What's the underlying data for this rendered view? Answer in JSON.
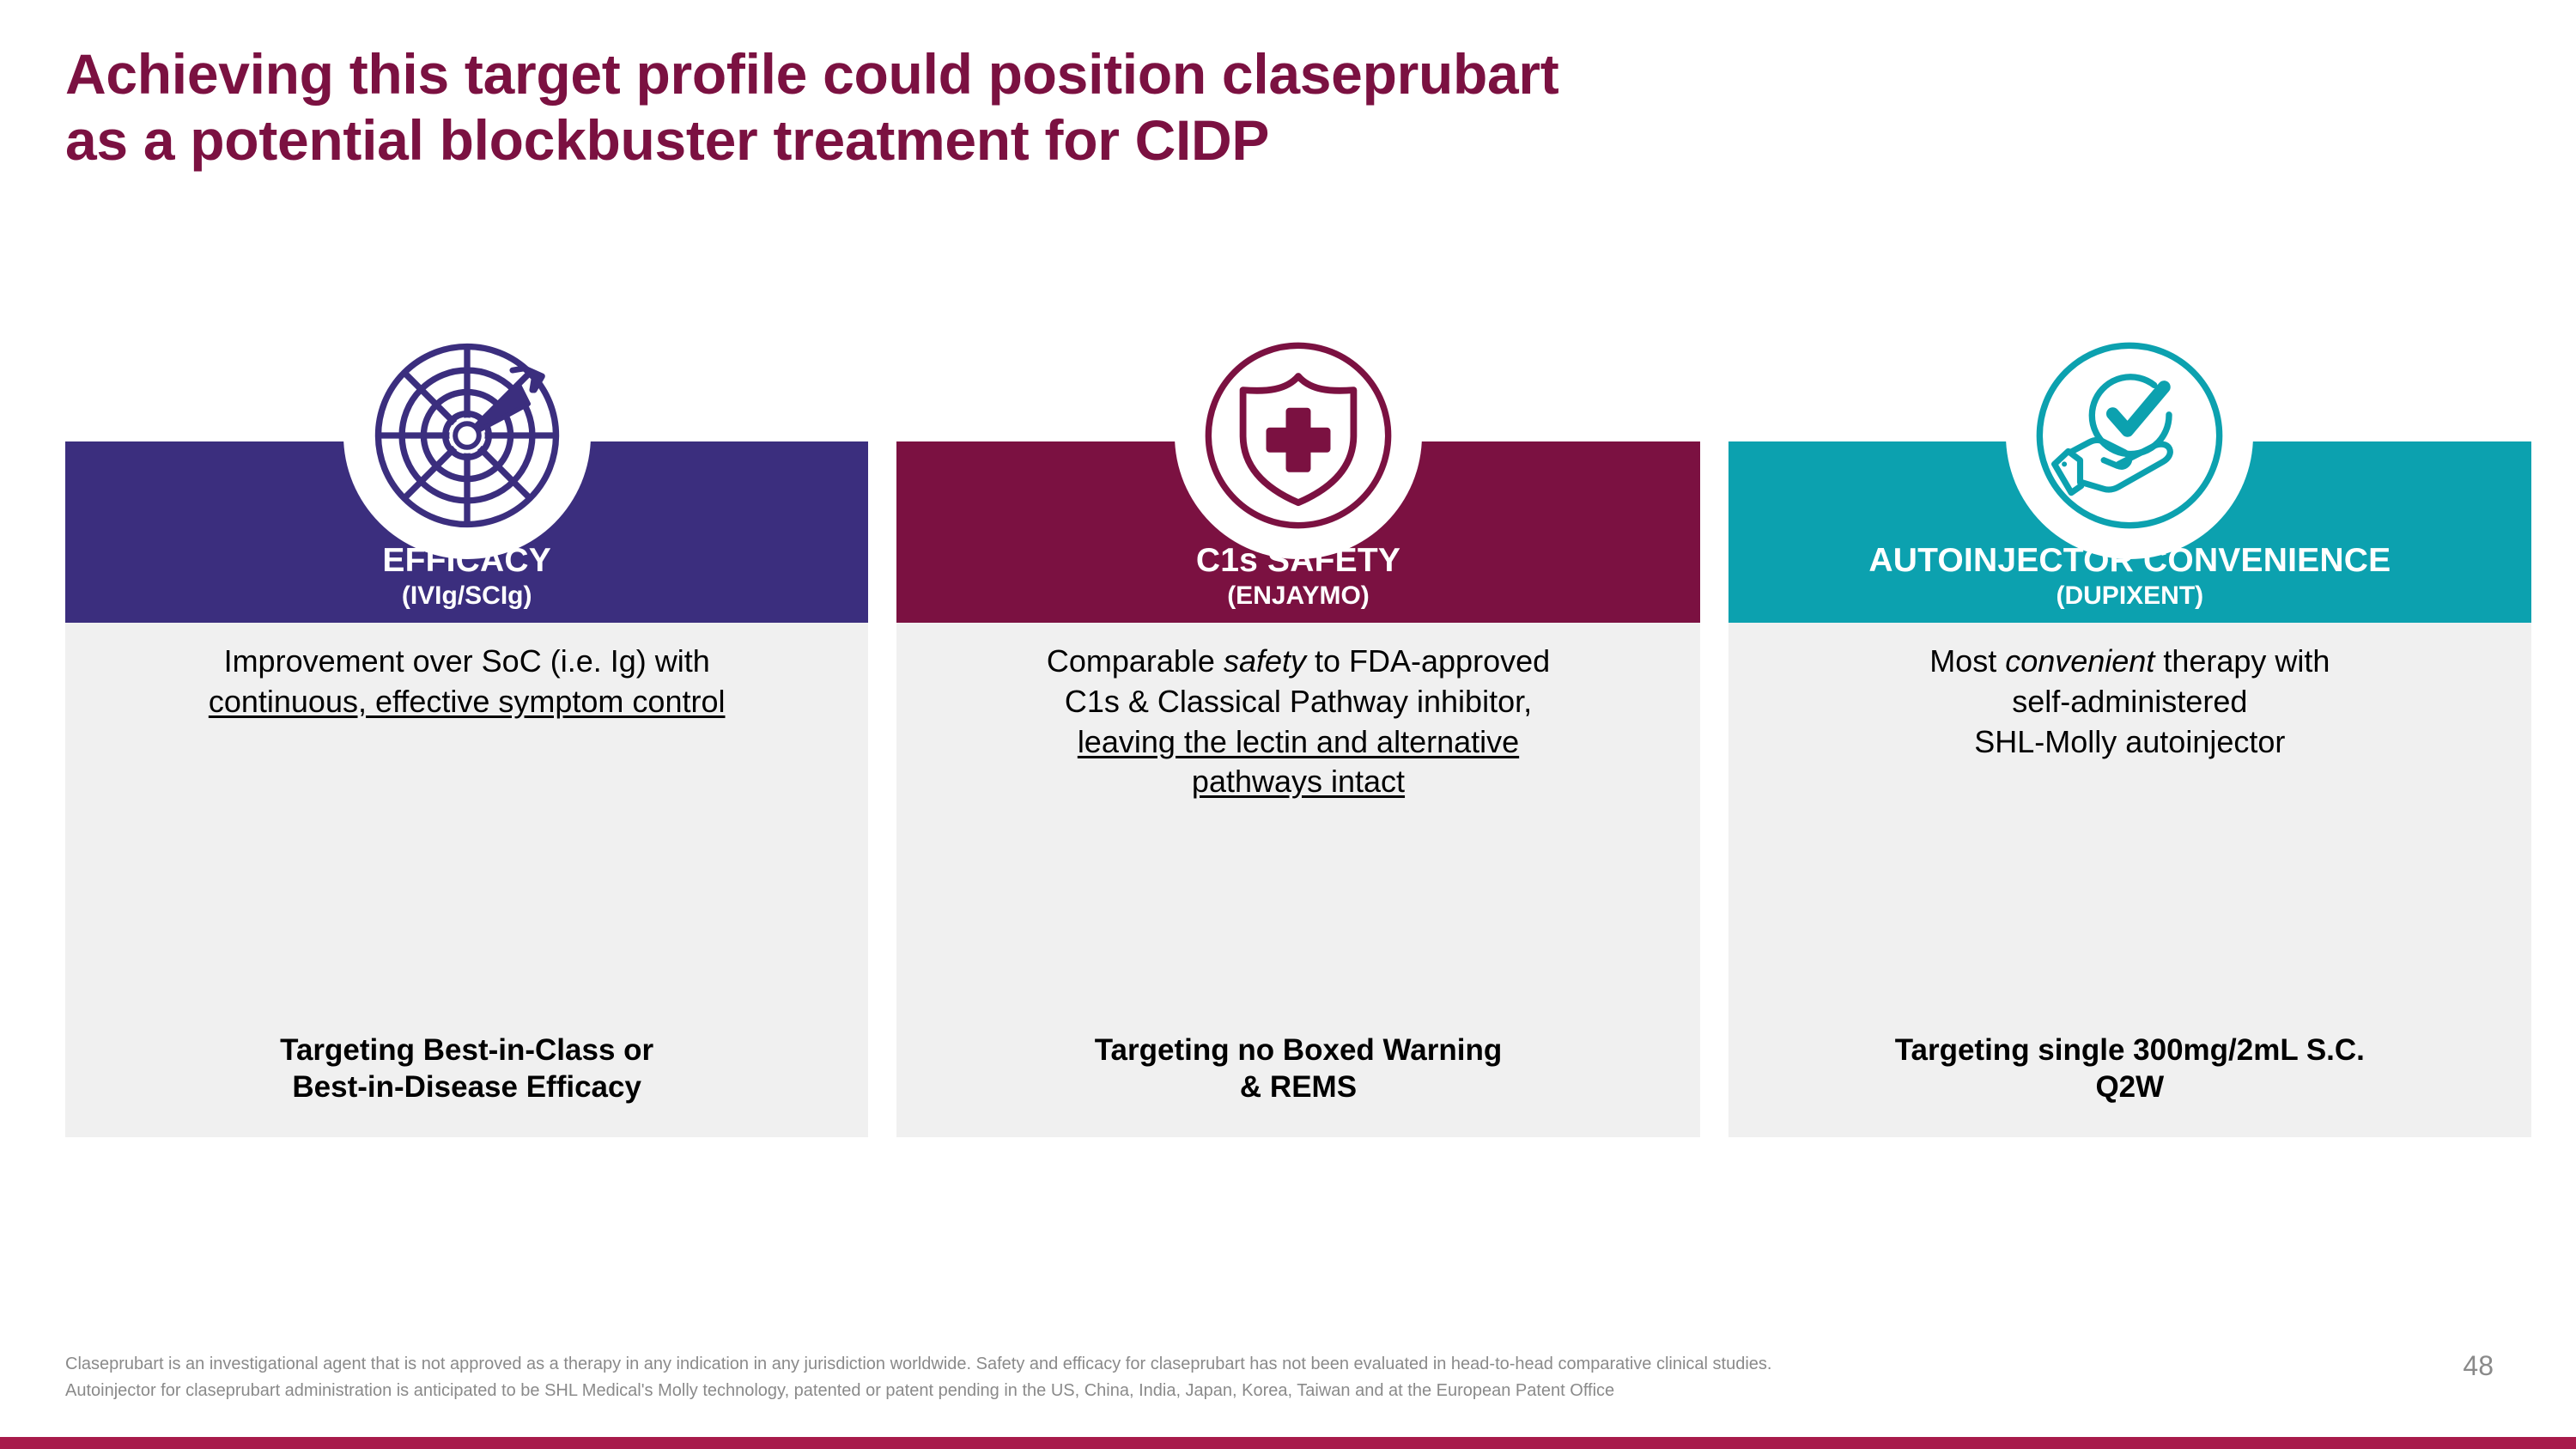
{
  "slide": {
    "title_lines": [
      "Achieving this target profile could position claseprubart",
      "as a potential blockbuster treatment for CIDP"
    ],
    "page_number": "48",
    "colors": {
      "title": "#7B1141",
      "efficacy": "#3B2E7E",
      "safety": "#7B1141",
      "convenience": "#0CA1AF",
      "body_bg": "#F0F0F0",
      "bottom_bar": "#A81B4B",
      "footnote_text": "#8A8A8A"
    }
  },
  "cards": [
    {
      "icon": "target-arrow-icon",
      "accent": "#3B2E7E",
      "head_title": "EFFICACY",
      "head_sub": "(IVIg/SCIg)",
      "body_plain_1": "Improvement over SoC (i.e. Ig) with",
      "body_underline_1": "continuous, effective symptom control",
      "foot_line_1": "Targeting Best-in-Class or",
      "foot_line_2": "Best-in-Disease Efficacy"
    },
    {
      "icon": "shield-cross-icon",
      "accent": "#7B1141",
      "head_title": "C1s SAFETY",
      "head_sub": "(ENJAYMO)",
      "body_plain_1": "Comparable ",
      "body_italic_1": "safety",
      "body_plain_2": " to FDA-approved",
      "body_plain_3": "C1s & Classical Pathway inhibitor,",
      "body_underline_1": "leaving the lectin and alternative",
      "body_underline_2": "pathways intact",
      "foot_line_1": "Targeting no Boxed Warning",
      "foot_line_2": "& REMS"
    },
    {
      "icon": "hand-check-icon",
      "accent": "#0CA1AF",
      "head_title": "AUTOINJECTOR CONVENIENCE",
      "head_sub": "(DUPIXENT)",
      "body_plain_1": "Most ",
      "body_italic_1": "convenient",
      "body_plain_2": " therapy with",
      "body_plain_3": "self-administered",
      "body_plain_4": "SHL-Molly autoinjector",
      "foot_line_1": "Targeting single 300mg/2mL S.C.",
      "foot_line_2": "Q2W"
    }
  ],
  "footnotes": [
    "Claseprubart is an investigational agent that is not approved as a therapy in any indication in any jurisdiction worldwide. Safety and efficacy for claseprubart has not been evaluated in head-to-head comparative clinical studies.",
    "Autoinjector for claseprubart administration is anticipated to be SHL Medical's Molly technology, patented or patent pending in the US, China, India, Japan, Korea, Taiwan and at the European Patent Office"
  ]
}
